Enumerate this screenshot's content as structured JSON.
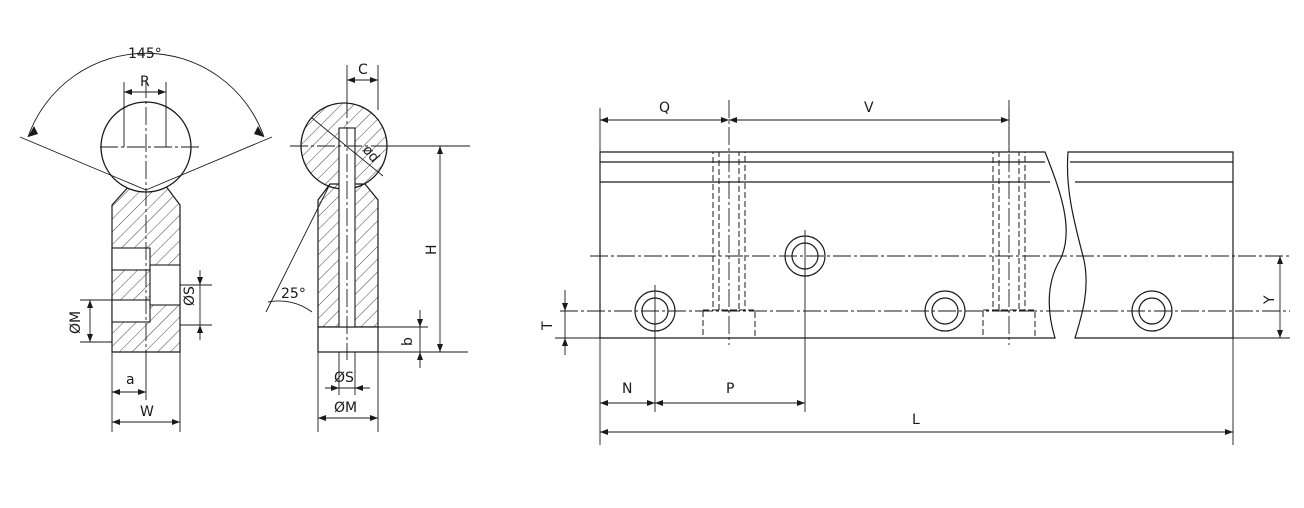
{
  "labels": {
    "angle_145": "145°",
    "R": "R",
    "C": "C",
    "d": "ød",
    "H": "H",
    "angle_25": "25°",
    "b": "b",
    "S_side": "ØS",
    "M_side": "ØM",
    "S_front": "ØS",
    "M_front": "ØM",
    "a": "a",
    "W": "W",
    "Q": "Q",
    "V": "V",
    "T": "T",
    "Y": "Y",
    "N": "N",
    "P": "P",
    "L": "L"
  }
}
